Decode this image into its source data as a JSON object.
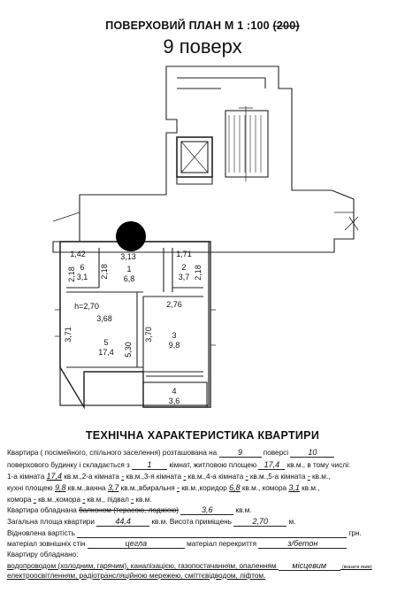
{
  "header": {
    "title_main": "ПОВЕРХОВИЙ ПЛАН М 1 :100",
    "title_struck": "(200)",
    "floor_label": "9 поверх"
  },
  "plan": {
    "hallway_area": "3,13",
    "label_h": "h=2,70",
    "rooms": [
      {
        "no": "1",
        "area": "6,8",
        "dim_top": "3,13",
        "dim_side": "2,18"
      },
      {
        "no": "2",
        "area": "3,7",
        "dim_top": "1,71",
        "dim_side": "2,18"
      },
      {
        "no": "3",
        "area": "9,8",
        "dim_top": "2,76",
        "dim_side": "3,70"
      },
      {
        "no": "4",
        "area": "3,6"
      },
      {
        "no": "5",
        "area": "17,4",
        "dim_top": "3,68",
        "dim_left": "3,71",
        "dim_right": "5,30"
      },
      {
        "no": "6",
        "area": "3,1",
        "dim_top": "1,42",
        "dim_side": "2,18"
      }
    ]
  },
  "tech": {
    "heading": "ТЕХНІЧНА ХАРАКТЕРИСТИКА   КВАРТИРИ",
    "l1_a": "Квартира ( посімейного, спільного заселення) розташована на",
    "l1_v1": "9",
    "l1_b": "поверсі",
    "l1_v2": "10",
    "l2_a": "поверхового будинку  і  складається з",
    "l2_v1": "1",
    "l2_b": "кімнат, житловою площею",
    "l2_v2": "17,4",
    "l2_c": "кв.м., в тому числі:",
    "l3": "1-а кімната",
    "l3_v1": "17,4",
    "l3_b": "кв.м.,2-а кімната",
    "l3_v2": "-",
    "l3_c": "кв.м.,3-я кімната",
    "l3_v3": "-",
    "l3_d": "кв.м.,4-а кімната",
    "l3_v4": "-",
    "l3_e": "кв.м.,5-а кімната",
    "l3_v5": "-",
    "l3_f": "кв.м.,",
    "l4_a": "кухні площею",
    "l4_v1": "9,8",
    "l4_b": "кв.м.,ванна",
    "l4_v2": "3,7",
    "l4_c": "кв.м.,вбиральня",
    "l4_v3": "-",
    "l4_d": "кв.м.,коридор",
    "l4_v4": "6,8",
    "l4_e": "кв.м., комора",
    "l4_v5": "3,1",
    "l4_f": "кв.м.,",
    "l5_a": "комора",
    "l5_v1": "-",
    "l5_b": "кв.м.,комора",
    "l5_v2": "-",
    "l5_c": "кв.м., підвал",
    "l5_v3": "-",
    "l5_d": "кв.м.",
    "l6_a": "Квартира обладнана",
    "l6_strike": "балконом (терасою, лоджією)",
    "l6_v": "3,6",
    "l6_b": "кв.м.",
    "l7_a": "Загальна площа квартири",
    "l7_v1": "44,4",
    "l7_b": "кв.м. Висота приміщень",
    "l7_v2": "2,70",
    "l7_c": "м.",
    "l8_a": "Відновлена вартість",
    "l8_b": "грн.",
    "l9_a": "матеріал зовнішніх стін",
    "l9_v1": "цегла",
    "l9_b": "матеріал перекриття",
    "l9_v2": "з/бетон",
    "l10": "Квартиру обладнано:",
    "l11_a": "водопроводом (холодним, гарячим), каналізацією, газопостачанням, опаленням",
    "l11_v": "місцевим",
    "l11_small": "(вказати яким)",
    "l12": "електроосвітленням, радіотрансляційною мережею, сміттєвідводом, ліфтом."
  }
}
